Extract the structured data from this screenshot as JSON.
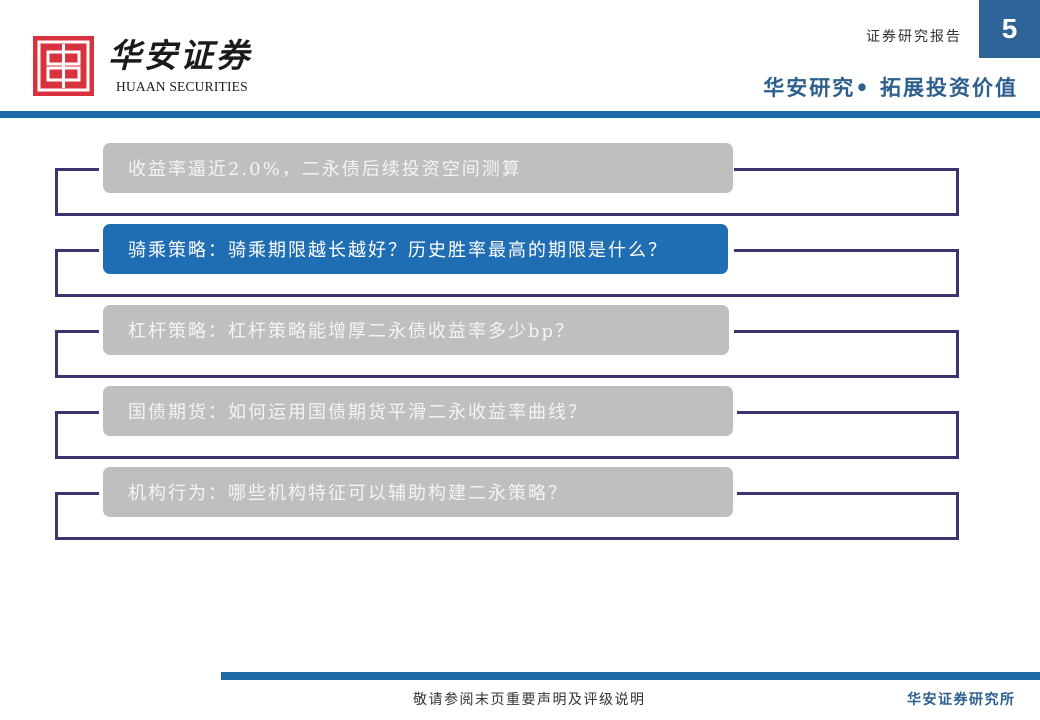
{
  "header": {
    "logo_cn": "华安证券",
    "logo_en": "HUAAN SECURITIES",
    "report_type": "证券研究报告",
    "page_number": "5",
    "slogan": "华安研究• 拓展投资价值"
  },
  "items": [
    {
      "label": "收益率逼近2.0%，二永债后续投资空间测算",
      "active": false
    },
    {
      "label": "骑乘策略：骑乘期限越长越好？历史胜率最高的期限是什么？",
      "active": true
    },
    {
      "label": "杠杆策略：杠杆策略能增厚二永债收益率多少bp？",
      "active": false
    },
    {
      "label": "国债期货：如何运用国债期货平滑二永收益率曲线？",
      "active": false
    },
    {
      "label": "机构行为：哪些机构特征可以辅助构建二永策略？",
      "active": false
    }
  ],
  "footer": {
    "disclaimer": "敬请参阅末页重要声明及评级说明",
    "org": "华安证券研究所"
  },
  "colors": {
    "brand_red": "#d9323f",
    "brand_blue": "#1d69a6",
    "page_box": "#2e6498",
    "active_label": "#1f6db3",
    "inactive_label": "#bfbfbf",
    "outline": "#3a356e"
  }
}
